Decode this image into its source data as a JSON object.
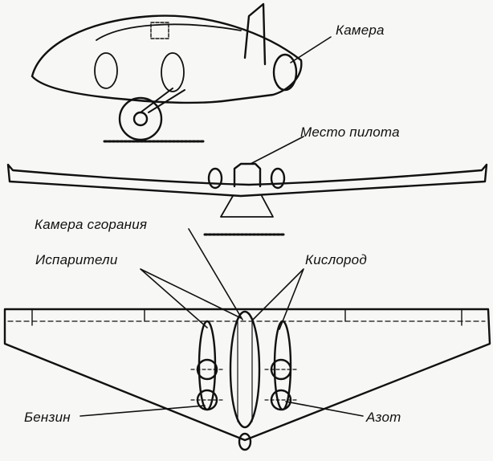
{
  "labels": {
    "camera": "Камера",
    "pilot_seat": "Место пилота",
    "combustion_chamber": "Камера сгорания",
    "evaporators": "Испарители",
    "oxygen": "Кислород",
    "petrol": "Бензин",
    "nitrogen": "Азот"
  },
  "colors": {
    "ink": "#111111",
    "paper": "#f7f7f5"
  }
}
